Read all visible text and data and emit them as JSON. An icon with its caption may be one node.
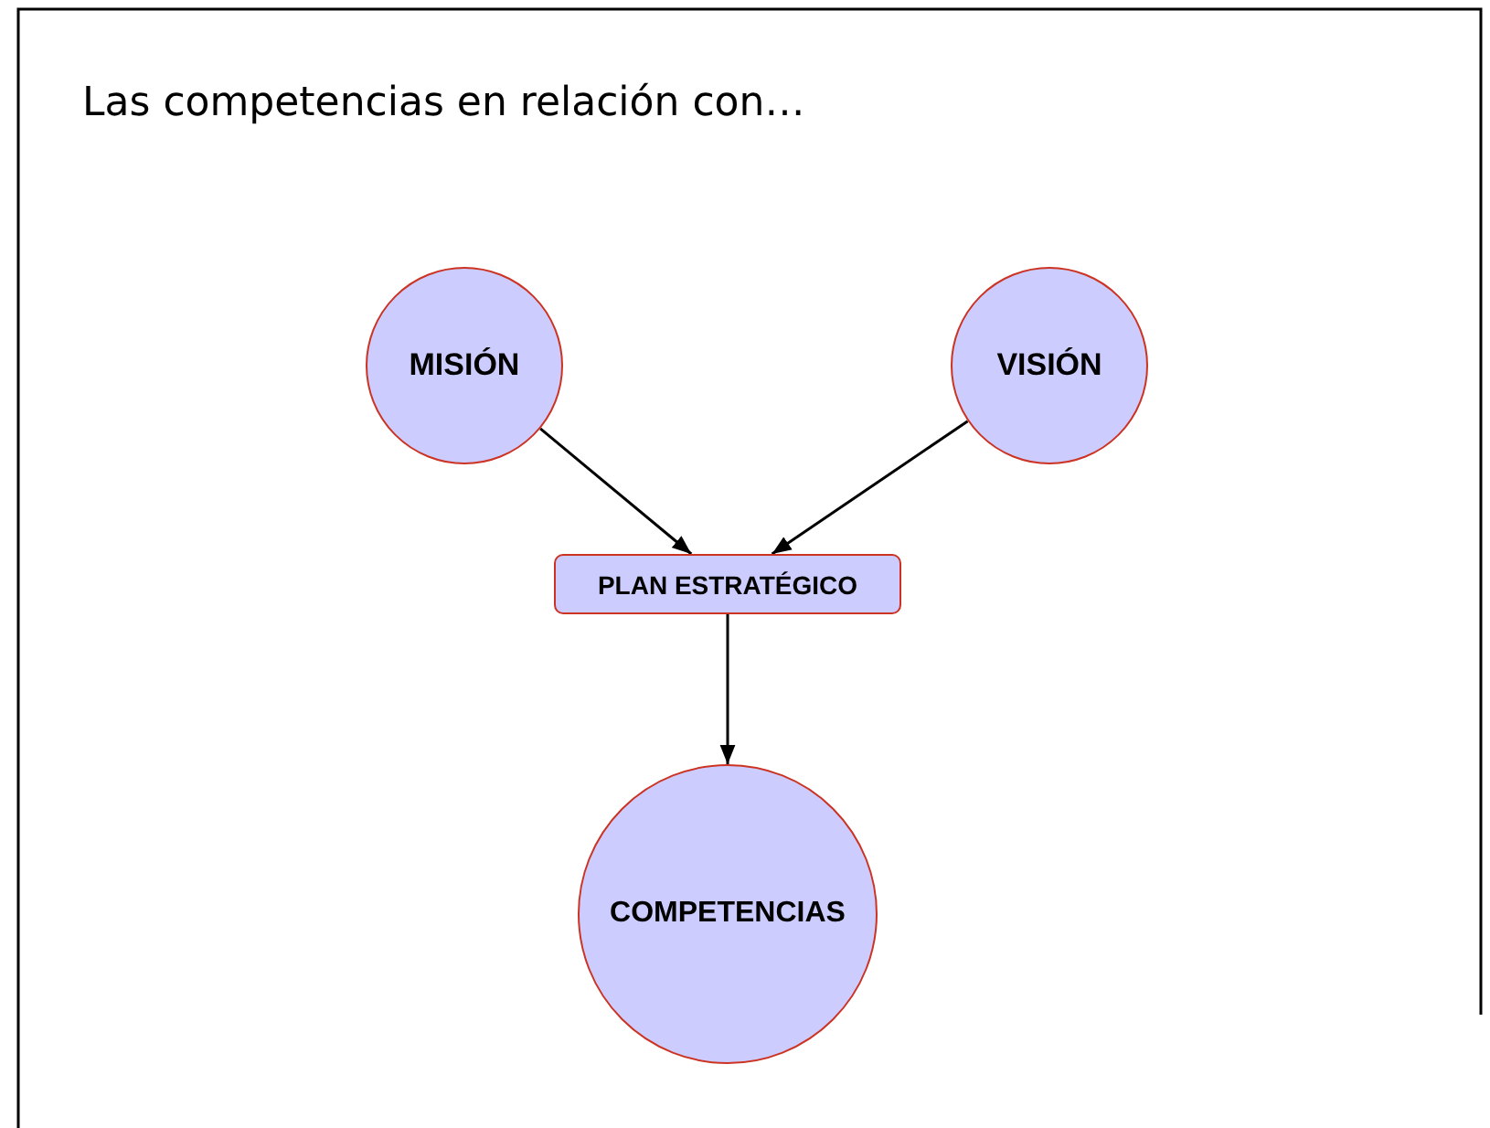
{
  "diagram": {
    "title": "Las competencias en relación con…",
    "nodes": [
      {
        "text": [
          "MISIÓN"
        ]
      },
      {
        "text": [
          "VISIÓN"
        ]
      },
      {
        "text": [
          "PLAN ESTRATÉGICO"
        ]
      },
      {
        "text": [
          "COMPETENCIAS"
        ]
      }
    ],
    "edges": [
      {
        "from": 0,
        "to": 2,
        "arrow": "to"
      },
      {
        "from": 1,
        "to": 2,
        "arrow": "to"
      },
      {
        "from": 2,
        "to": 3,
        "arrow": "to"
      }
    ]
  }
}
